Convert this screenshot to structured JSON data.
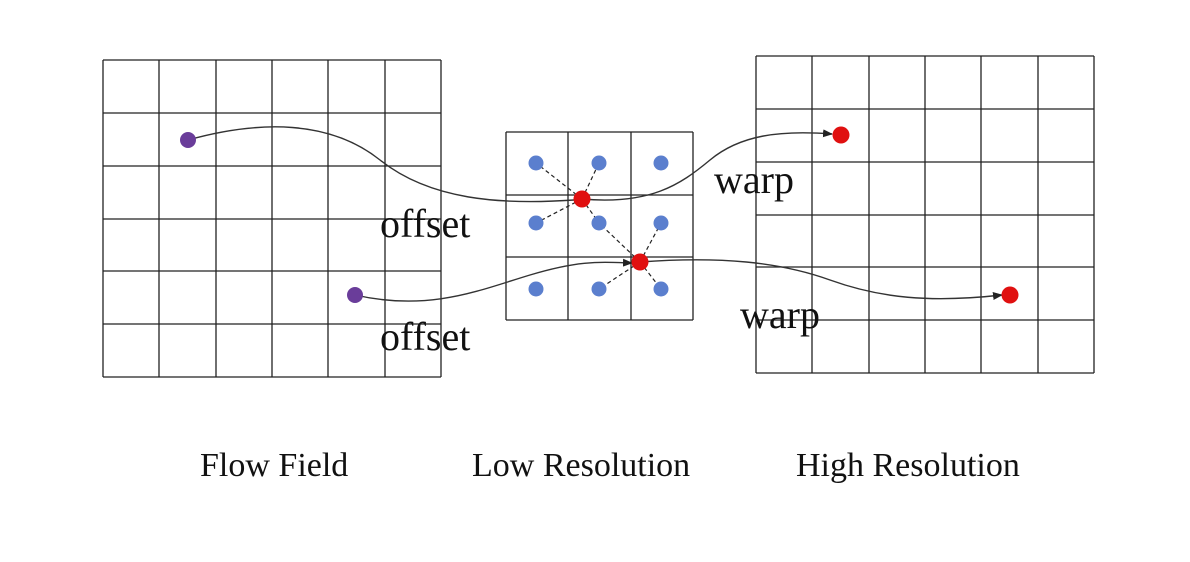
{
  "labels": {
    "offset_top": "offset",
    "offset_bottom": "offset",
    "warp_top": "warp",
    "warp_bottom": "warp"
  },
  "captions": {
    "flow_field": "Flow Field",
    "low_resolution": "Low Resolution",
    "high_resolution": "High Resolution"
  },
  "grids": {
    "flow_field": {
      "rows": 6,
      "cols": 6
    },
    "low_resolution": {
      "rows": 3,
      "cols": 3
    },
    "high_resolution": {
      "rows": 6,
      "cols": 6
    }
  },
  "colors": {
    "source_point": "#6a3d9a",
    "sample_point": "#5b7fce",
    "warped_point": "#e01010"
  }
}
